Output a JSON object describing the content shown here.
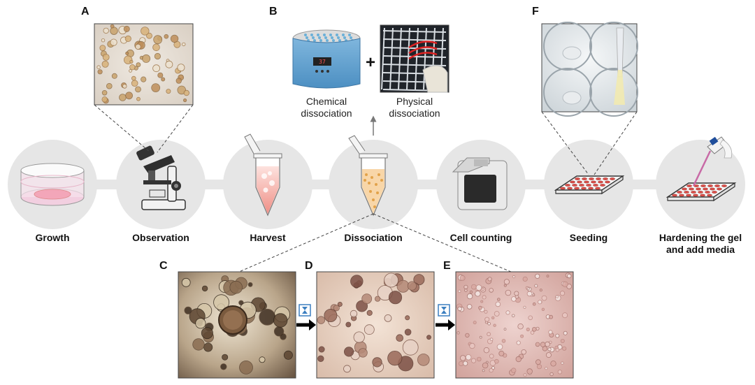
{
  "steps": [
    {
      "id": "growth",
      "label": "Growth"
    },
    {
      "id": "observation",
      "label": "Observation"
    },
    {
      "id": "harvest",
      "label": "Harvest"
    },
    {
      "id": "dissociation",
      "label": "Dissociation"
    },
    {
      "id": "cell-counting",
      "label": "Cell counting"
    },
    {
      "id": "seeding",
      "label": "Seeding"
    },
    {
      "id": "hardening",
      "label": "Hardening the gel\nand add media"
    }
  ],
  "panel_letters": {
    "a": "A",
    "b": "B",
    "c": "C",
    "d": "D",
    "e": "E",
    "f": "F"
  },
  "panel_b": {
    "chemical": "Chemical\ndissociation",
    "physical": "Physical\ndissociation",
    "plus": "+"
  },
  "incubator_display": "37",
  "colors": {
    "node_bg": "#e6e6e6",
    "tube_fill": "#f4a6a0",
    "cell_orange": "#e2a24a",
    "micrograph_tint": "#c9a58a"
  }
}
